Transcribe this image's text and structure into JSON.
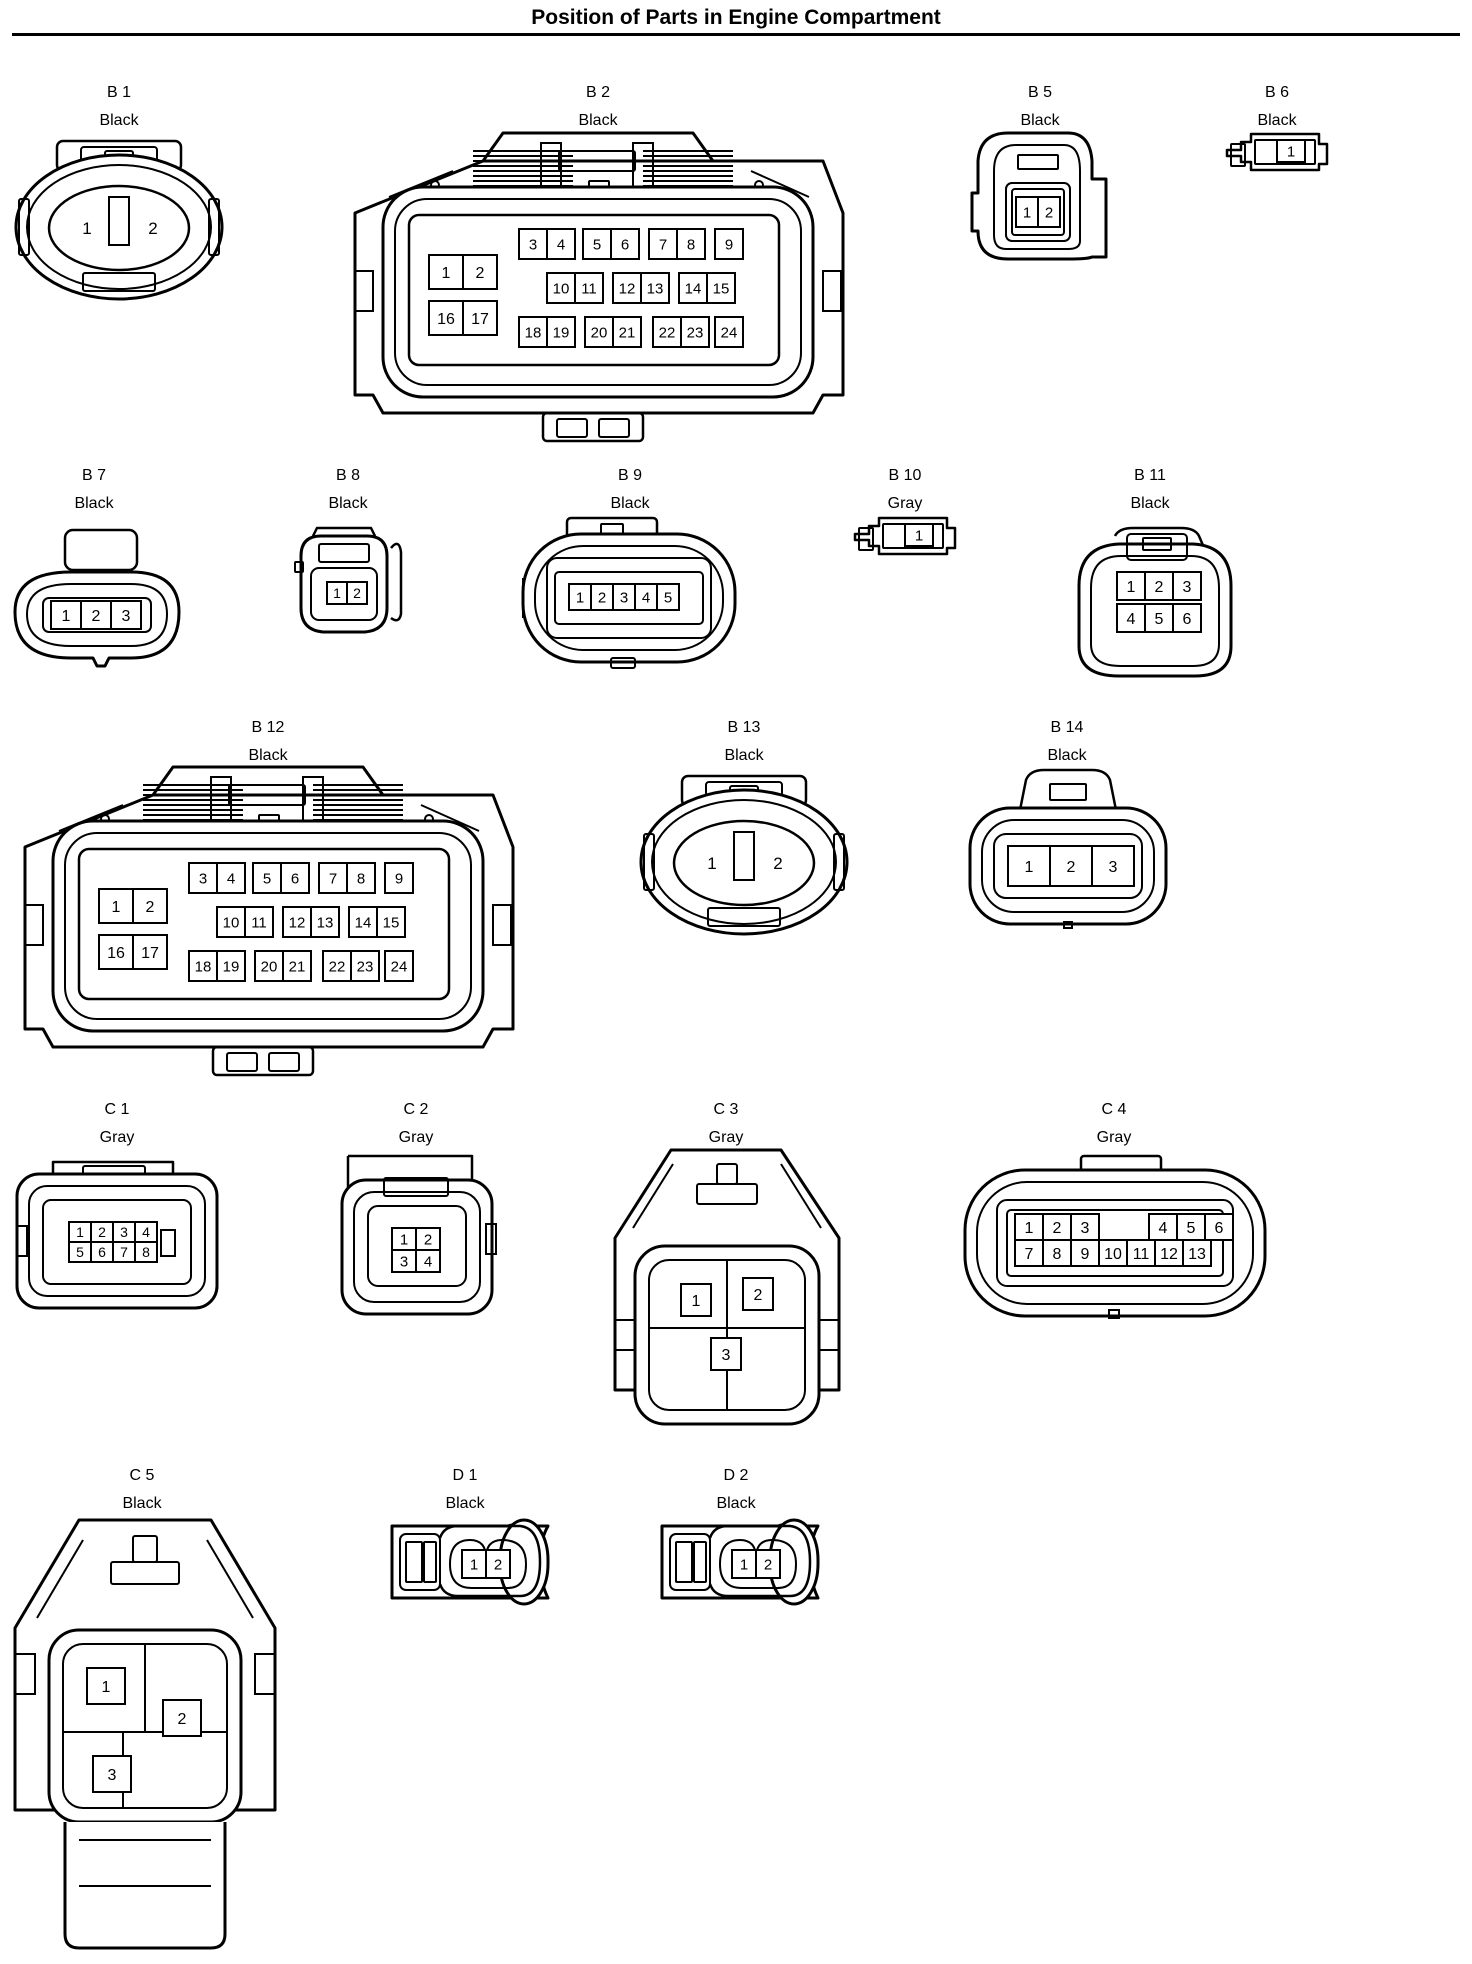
{
  "title": "Position of Parts in Engine Compartment",
  "colors": {
    "stroke": "#000000",
    "background": "#ffffff"
  },
  "connectors": [
    {
      "id": "B 1",
      "color": "Black",
      "pins": [
        "1",
        "2"
      ]
    },
    {
      "id": "B 2",
      "color": "Black",
      "pins": [
        "1",
        "2",
        "3",
        "4",
        "5",
        "6",
        "7",
        "8",
        "9",
        "10",
        "11",
        "12",
        "13",
        "14",
        "15",
        "16",
        "17",
        "18",
        "19",
        "20",
        "21",
        "22",
        "23",
        "24"
      ]
    },
    {
      "id": "B 5",
      "color": "Black",
      "pins": [
        "1",
        "2"
      ]
    },
    {
      "id": "B 6",
      "color": "Black",
      "pins": [
        "1"
      ]
    },
    {
      "id": "B 7",
      "color": "Black",
      "pins": [
        "1",
        "2",
        "3"
      ]
    },
    {
      "id": "B 8",
      "color": "Black",
      "pins": [
        "1",
        "2"
      ]
    },
    {
      "id": "B 9",
      "color": "Black",
      "pins": [
        "1",
        "2",
        "3",
        "4",
        "5"
      ]
    },
    {
      "id": "B 10",
      "color": "Gray",
      "pins": [
        "1"
      ]
    },
    {
      "id": "B 11",
      "color": "Black",
      "pins": [
        "1",
        "2",
        "3",
        "4",
        "5",
        "6"
      ]
    },
    {
      "id": "B 12",
      "color": "Black",
      "pins": [
        "1",
        "2",
        "3",
        "4",
        "5",
        "6",
        "7",
        "8",
        "9",
        "10",
        "11",
        "12",
        "13",
        "14",
        "15",
        "16",
        "17",
        "18",
        "19",
        "20",
        "21",
        "22",
        "23",
        "24"
      ]
    },
    {
      "id": "B 13",
      "color": "Black",
      "pins": [
        "1",
        "2"
      ]
    },
    {
      "id": "B 14",
      "color": "Black",
      "pins": [
        "1",
        "2",
        "3"
      ]
    },
    {
      "id": "C 1",
      "color": "Gray",
      "pins": [
        "1",
        "2",
        "3",
        "4",
        "5",
        "6",
        "7",
        "8"
      ]
    },
    {
      "id": "C 2",
      "color": "Gray",
      "pins": [
        "1",
        "2",
        "3",
        "4"
      ]
    },
    {
      "id": "C 3",
      "color": "Gray",
      "pins": [
        "1",
        "2",
        "3"
      ]
    },
    {
      "id": "C 4",
      "color": "Gray",
      "pins": [
        "1",
        "2",
        "3",
        "4",
        "5",
        "6",
        "7",
        "8",
        "9",
        "10",
        "11",
        "12",
        "13"
      ]
    },
    {
      "id": "C 5",
      "color": "Black",
      "pins": [
        "1",
        "2",
        "3"
      ]
    },
    {
      "id": "D 1",
      "color": "Black",
      "pins": [
        "1",
        "2"
      ]
    },
    {
      "id": "D 2",
      "color": "Black",
      "pins": [
        "1",
        "2"
      ]
    }
  ]
}
